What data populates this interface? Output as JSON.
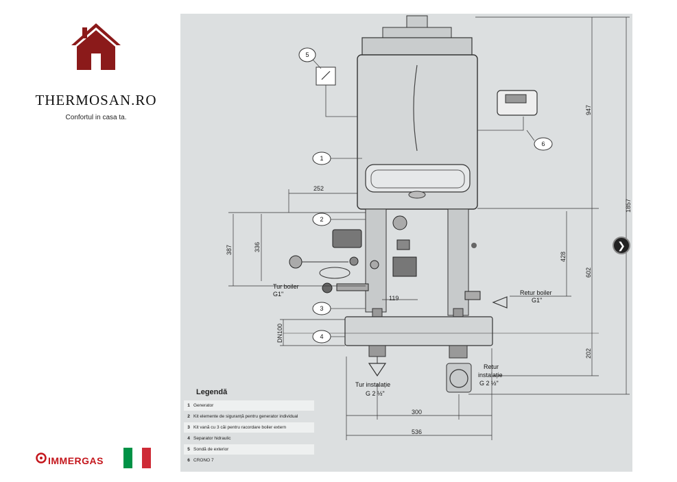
{
  "brand": {
    "name": "THERMOSAN.RO",
    "tagline": "Confortul in casa ta.",
    "partner": "IMMERGAS"
  },
  "diagram": {
    "dimensions": {
      "d947": "947",
      "d1857": "1857",
      "d602": "602",
      "d428": "428",
      "d202": "202",
      "d252": "252",
      "d387": "387",
      "d336": "336",
      "d119": "119",
      "dn100": "DN100",
      "d300": "300",
      "d536": "536"
    },
    "labels": {
      "tur_boiler": "Tur boiler",
      "tur_boiler_size": "G1\"",
      "retur_boiler": "Retur boiler",
      "retur_boiler_size": "G1\"",
      "tur_instalatie": "Tur instalație",
      "tur_instalatie_size": "G 2 ½\"",
      "retur": "Retur",
      "retur_instalatie": "instalație",
      "retur_instalatie_size": "G 2 ½\""
    },
    "callouts": [
      "1",
      "2",
      "3",
      "4",
      "5",
      "6"
    ]
  },
  "legend": {
    "title": "Legendă",
    "items": [
      {
        "num": "1",
        "text": "Generator"
      },
      {
        "num": "2",
        "text": "Kit elemente de siguranță pentru generator individual"
      },
      {
        "num": "3",
        "text": "Kit vană cu 3 căi pentru racordare boiler extern"
      },
      {
        "num": "4",
        "text": "Separator hidraulic"
      },
      {
        "num": "5",
        "text": "Sondă de exterior"
      },
      {
        "num": "6",
        "text": "CRONO 7"
      }
    ]
  },
  "navigation": {
    "next_icon": "chevron-right-icon"
  },
  "colors": {
    "brand_red": "#8b1a1a",
    "immergas_red": "#c4161c",
    "flag_green": "#009246",
    "flag_red": "#ce2b37"
  }
}
